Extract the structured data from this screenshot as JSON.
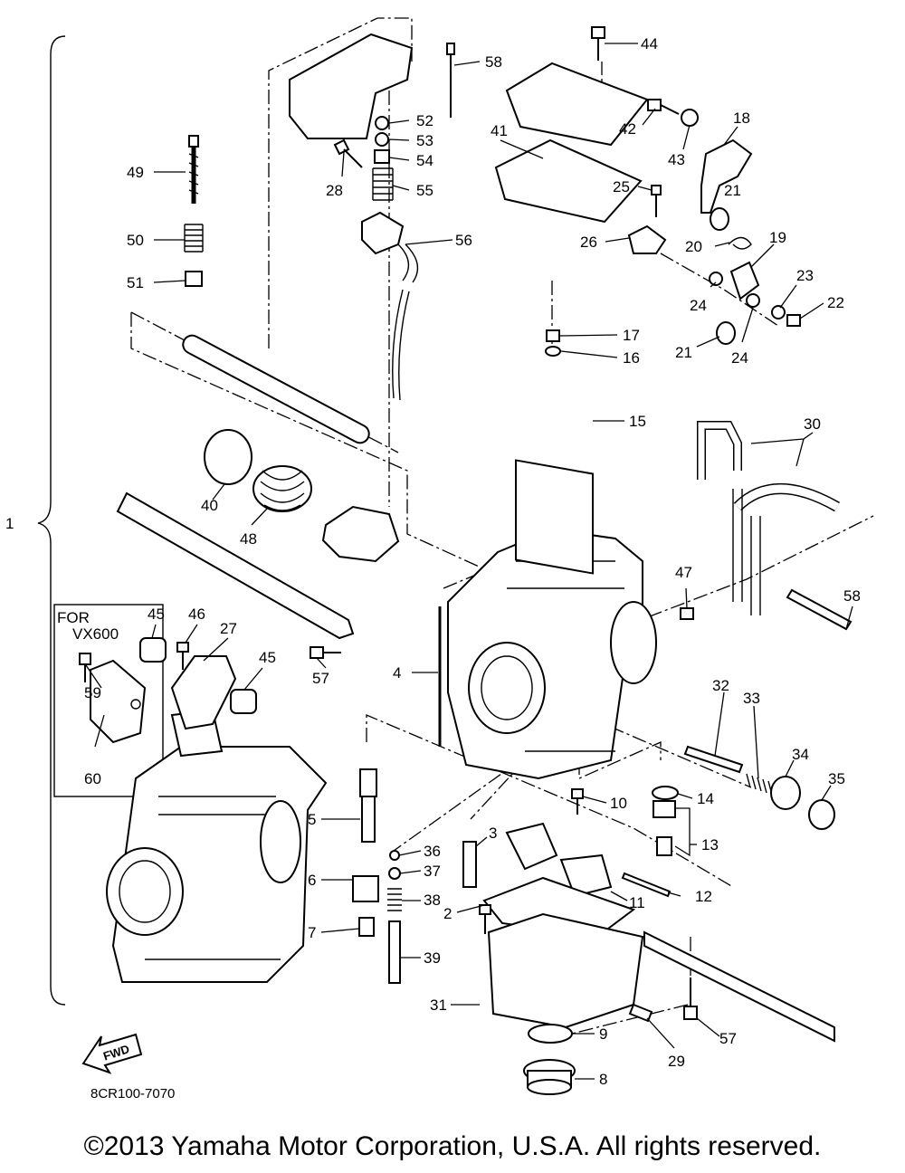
{
  "diagram": {
    "assembly_number": "1",
    "drawing_code": "8CR100-7070",
    "fwd_label": "FWD",
    "variant_note_line1": "FOR",
    "variant_note_line2": "VX600",
    "callouts": [
      {
        "id": "c1",
        "text": "1"
      },
      {
        "id": "c2",
        "text": "2"
      },
      {
        "id": "c3",
        "text": "3"
      },
      {
        "id": "c4",
        "text": "4"
      },
      {
        "id": "c5",
        "text": "5"
      },
      {
        "id": "c6",
        "text": "6"
      },
      {
        "id": "c7",
        "text": "7"
      },
      {
        "id": "c8",
        "text": "8"
      },
      {
        "id": "c9",
        "text": "9"
      },
      {
        "id": "c10",
        "text": "10"
      },
      {
        "id": "c11",
        "text": "11"
      },
      {
        "id": "c12",
        "text": "12"
      },
      {
        "id": "c13",
        "text": "13"
      },
      {
        "id": "c14",
        "text": "14"
      },
      {
        "id": "c15",
        "text": "15"
      },
      {
        "id": "c16",
        "text": "16"
      },
      {
        "id": "c17",
        "text": "17"
      },
      {
        "id": "c18",
        "text": "18"
      },
      {
        "id": "c19",
        "text": "19"
      },
      {
        "id": "c20",
        "text": "20"
      },
      {
        "id": "c21a",
        "text": "21"
      },
      {
        "id": "c21b",
        "text": "21"
      },
      {
        "id": "c22",
        "text": "22"
      },
      {
        "id": "c23",
        "text": "23"
      },
      {
        "id": "c24a",
        "text": "24"
      },
      {
        "id": "c24b",
        "text": "24"
      },
      {
        "id": "c25",
        "text": "25"
      },
      {
        "id": "c26",
        "text": "26"
      },
      {
        "id": "c27",
        "text": "27"
      },
      {
        "id": "c28",
        "text": "28"
      },
      {
        "id": "c29",
        "text": "29"
      },
      {
        "id": "c30",
        "text": "30"
      },
      {
        "id": "c31",
        "text": "31"
      },
      {
        "id": "c32",
        "text": "32"
      },
      {
        "id": "c33",
        "text": "33"
      },
      {
        "id": "c34",
        "text": "34"
      },
      {
        "id": "c35",
        "text": "35"
      },
      {
        "id": "c36",
        "text": "36"
      },
      {
        "id": "c37",
        "text": "37"
      },
      {
        "id": "c38",
        "text": "38"
      },
      {
        "id": "c39",
        "text": "39"
      },
      {
        "id": "c40",
        "text": "40"
      },
      {
        "id": "c41",
        "text": "41"
      },
      {
        "id": "c42",
        "text": "42"
      },
      {
        "id": "c43",
        "text": "43"
      },
      {
        "id": "c44",
        "text": "44"
      },
      {
        "id": "c45a",
        "text": "45"
      },
      {
        "id": "c45b",
        "text": "45"
      },
      {
        "id": "c46",
        "text": "46"
      },
      {
        "id": "c47",
        "text": "47"
      },
      {
        "id": "c48",
        "text": "48"
      },
      {
        "id": "c49",
        "text": "49"
      },
      {
        "id": "c50",
        "text": "50"
      },
      {
        "id": "c51",
        "text": "51"
      },
      {
        "id": "c52",
        "text": "52"
      },
      {
        "id": "c53",
        "text": "53"
      },
      {
        "id": "c54",
        "text": "54"
      },
      {
        "id": "c55",
        "text": "55"
      },
      {
        "id": "c56",
        "text": "56"
      },
      {
        "id": "c57a",
        "text": "57"
      },
      {
        "id": "c57b",
        "text": "57"
      },
      {
        "id": "c58a",
        "text": "58"
      },
      {
        "id": "c58b",
        "text": "58"
      },
      {
        "id": "c59",
        "text": "59"
      },
      {
        "id": "c60",
        "text": "60"
      }
    ]
  },
  "footer": {
    "copyright": "©2013 Yamaha Motor Corporation, U.S.A. All rights reserved."
  }
}
